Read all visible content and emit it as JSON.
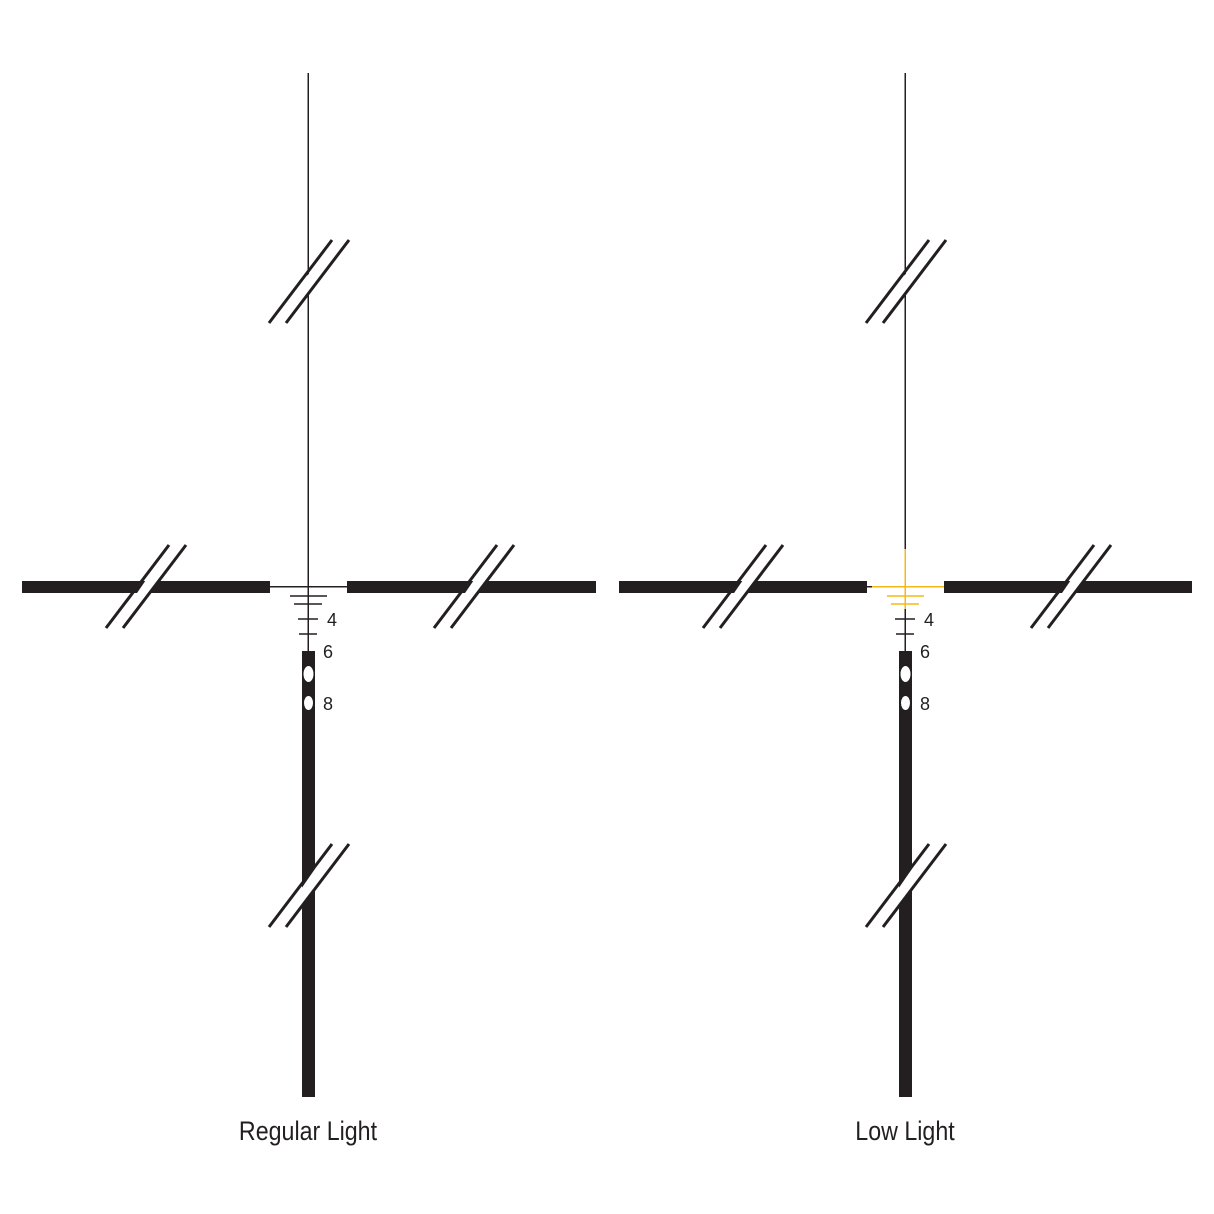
{
  "reticles": [
    {
      "id": "regular",
      "caption": "Regular Light",
      "markings": [
        "4",
        "6",
        "8"
      ],
      "center_color": "#231f20"
    },
    {
      "id": "low",
      "caption": "Low Light",
      "markings": [
        "4",
        "6",
        "8"
      ],
      "center_color": "#f5b819"
    }
  ],
  "colors": {
    "ink": "#231f20",
    "background": "#ffffff"
  }
}
